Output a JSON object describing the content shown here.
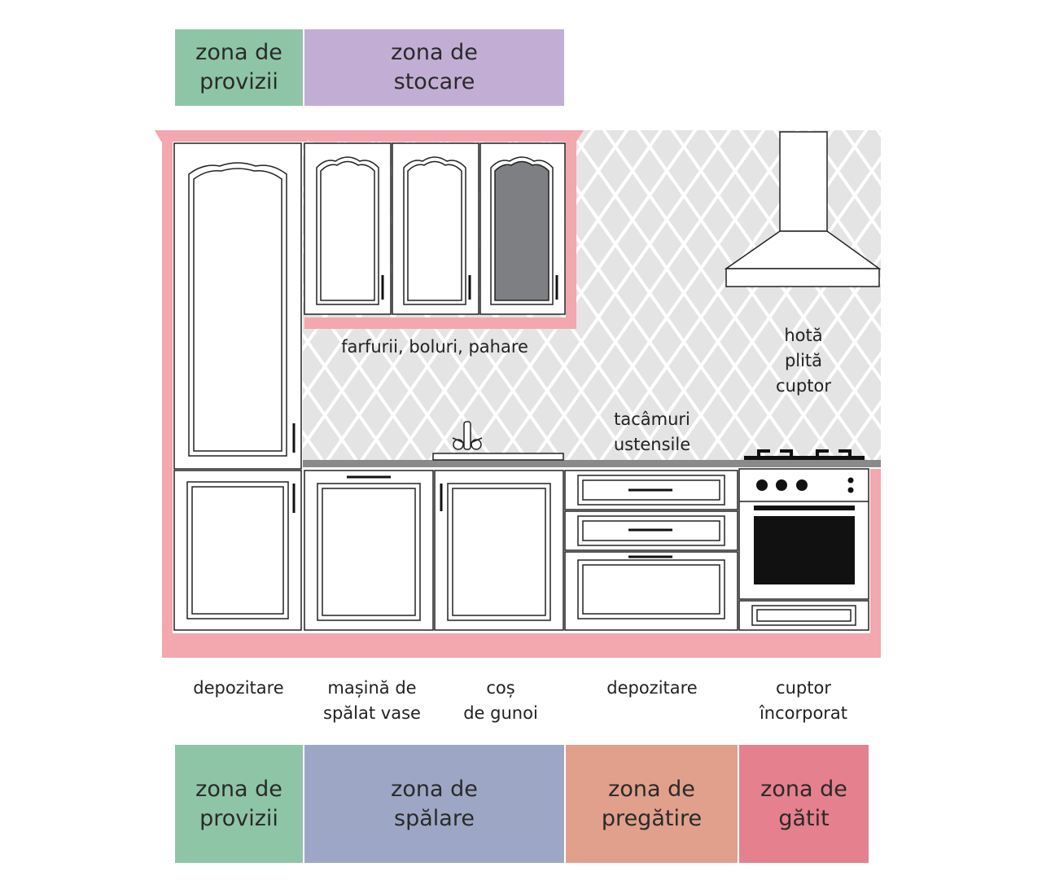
{
  "colors": {
    "provizii": "#8fc5a7",
    "stocare": "#c2aed4",
    "spalare": "#9da7c5",
    "pregatire": "#e0a08c",
    "gatit": "#e5808e",
    "frame_pink": "#f3a7ae",
    "backsplash": "#e4e4e4",
    "glass": "#7e7f82"
  },
  "top_zones": [
    {
      "text": "zona de\nprovizii",
      "color_key": "provizii"
    },
    {
      "text": "zona de\nstocare",
      "color_key": "stocare"
    }
  ],
  "upper_labels": {
    "upper_cabinets": "farfurii, boluri, pahare",
    "drawers_upper": "tacâmuri\nustensile",
    "cooking": "hotă\nplită\ncuptor"
  },
  "lower_labels": [
    {
      "text": "depozitare"
    },
    {
      "text": "mașină de\nspălat vase"
    },
    {
      "text": "coș\nde gunoi"
    },
    {
      "text": "depozitare"
    },
    {
      "text": "cuptor\nîncorporat"
    }
  ],
  "bottom_zones": [
    {
      "text": "zona de\nprovizii",
      "color_key": "provizii"
    },
    {
      "text": "zona de\nspălare",
      "color_key": "spalare"
    },
    {
      "text": "zona de\npregătire",
      "color_key": "pregatire"
    },
    {
      "text": "zona de\ngătit",
      "color_key": "gatit"
    }
  ],
  "icons": {
    "range_hood": "range-hood-icon",
    "faucet": "faucet-icon",
    "stove": "stove-burners-icon",
    "oven": "oven-icon"
  }
}
